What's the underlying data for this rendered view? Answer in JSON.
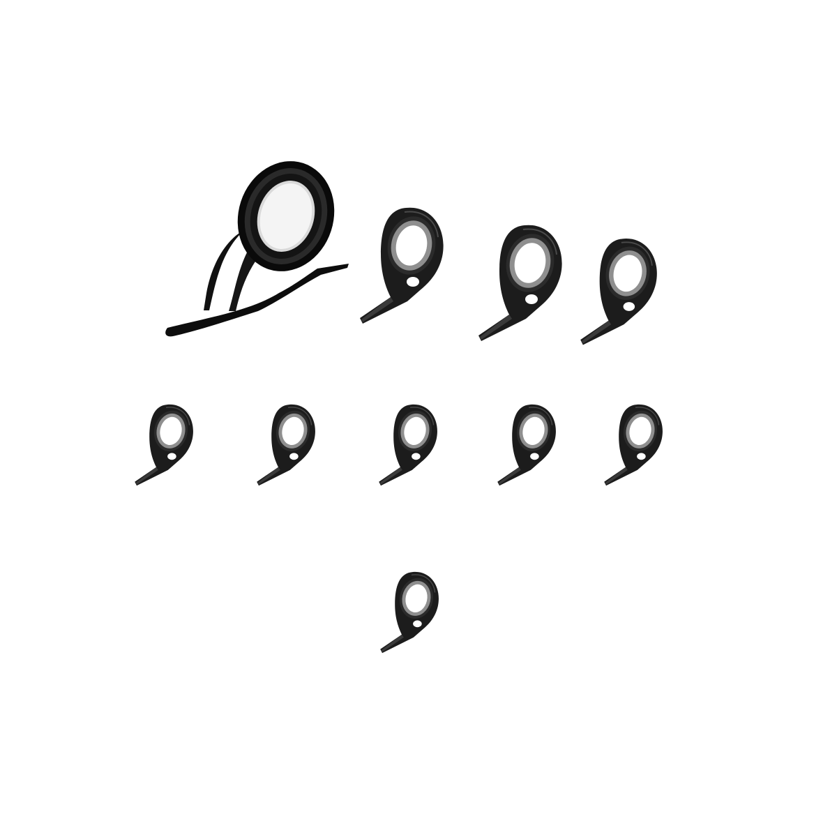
{
  "image": {
    "background": "#ffffff",
    "subject": "rod-guide-set",
    "guide_color": "#1a1a1a",
    "insert_color": "#9a9a9a",
    "counts": {
      "stripper_guides": 1,
      "large_guides": 3,
      "small_guides": 6
    }
  }
}
